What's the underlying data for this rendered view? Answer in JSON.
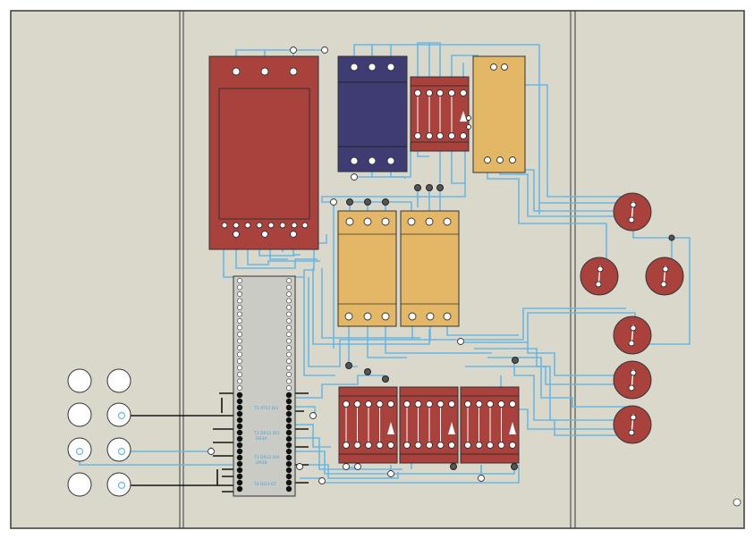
{
  "colors": {
    "panel": "#dad7cb",
    "frame": "#3a3a3a",
    "relay_red": "#a9423c",
    "contactor_blue": "#3e3c72",
    "timer_yellow": "#e3b765",
    "terminal_strip": "#c9cbc4",
    "wire": "#6ab7e3",
    "wire_black": "#151515"
  },
  "terminal_labels": [
    {
      "line1": "T1 AT12 DI1"
    },
    {
      "line1": "T2 DR12 DI3",
      "line2": "DR3A"
    },
    {
      "line1": "T3 DR12 DI4",
      "line2": "DR3B"
    },
    {
      "line1": "T4 DI13 GT"
    }
  ]
}
